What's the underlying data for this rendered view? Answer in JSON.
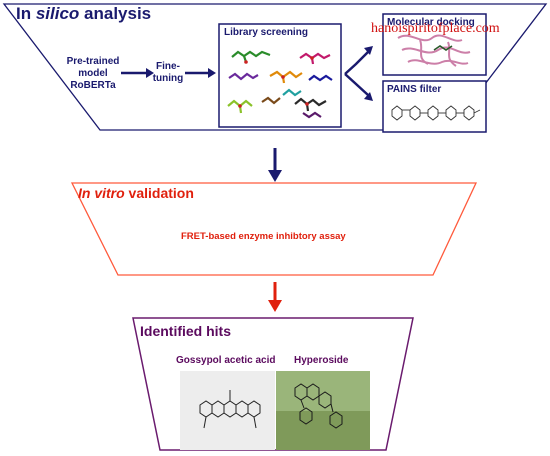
{
  "stage1": {
    "title_prefix": "In ",
    "title_italic": "silico",
    "title_suffix": " analysis",
    "model_lines": [
      "Pre-trained",
      "model",
      "RoBERTa"
    ],
    "finetune_lines": [
      "Fine-",
      "tuning"
    ],
    "library_label": "Library screening",
    "docking_label": "Molecular docking",
    "pains_label": "PAINS filter",
    "border_color": "#1a1a6e"
  },
  "stage2": {
    "title": "In vitro validation",
    "assay": "FRET-based enzyme inhibtory assay",
    "border_color": "#ff5a3c"
  },
  "stage3": {
    "title": "Identified hits",
    "hit1": "Gossypol acetic acid",
    "hit2": "Hyperoside",
    "border_color": "#6a1b6e"
  },
  "watermark": "hanoispiritofplace.com",
  "arrows": {
    "stage1_to_2": "#1a1a6e",
    "stage2_to_3": "#e0200d"
  }
}
